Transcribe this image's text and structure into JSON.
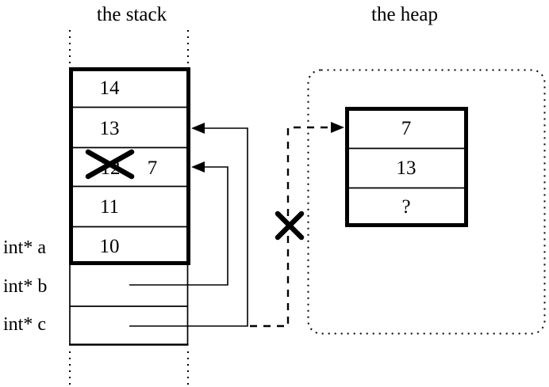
{
  "titles": {
    "stack": "the stack",
    "heap": "the heap"
  },
  "stack": {
    "cells": [
      {
        "value": "14"
      },
      {
        "value": "13"
      },
      {
        "value": "12",
        "crossed_out": true,
        "new_value": "7"
      },
      {
        "value": "11"
      },
      {
        "value": "10"
      }
    ]
  },
  "pointers": [
    {
      "label": "int* a"
    },
    {
      "label": "int* b"
    },
    {
      "label": "int* c"
    }
  ],
  "heap": {
    "cells": [
      {
        "value": "7"
      },
      {
        "value": "13"
      },
      {
        "value": "?"
      }
    ]
  },
  "colors": {
    "ink": "#000000",
    "background": "#ffffff"
  }
}
